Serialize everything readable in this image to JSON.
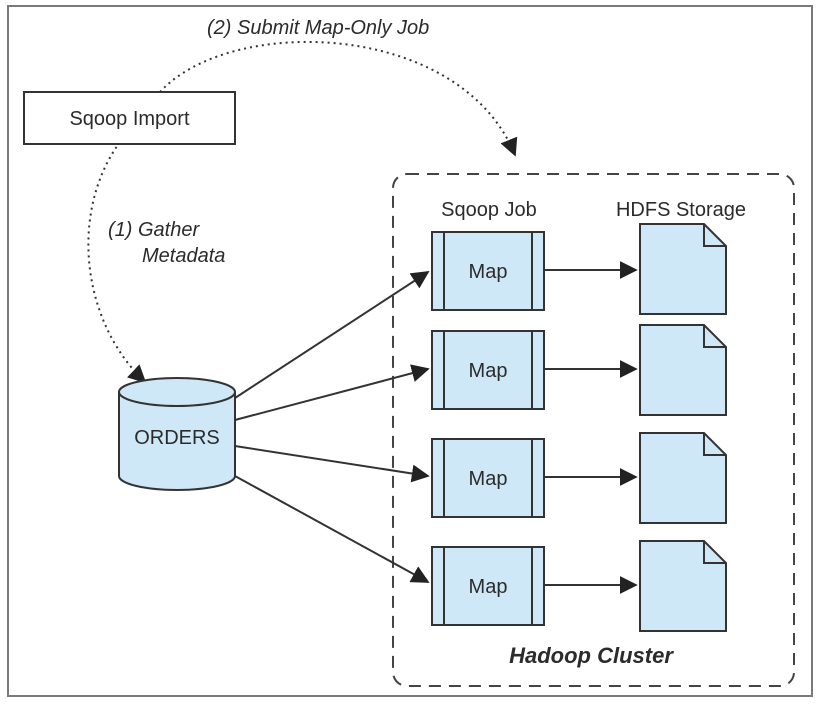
{
  "diagram": {
    "sqoop_import_label": "Sqoop Import",
    "submit_job_label": "(2) Submit Map-Only Job",
    "gather_metadata_line1": "(1) Gather",
    "gather_metadata_line2": "Metadata",
    "database_label": "ORDERS",
    "sqoop_job_header": "Sqoop Job",
    "hdfs_storage_header": "HDFS Storage",
    "cluster_label": "Hadoop Cluster",
    "map_tasks": [
      {
        "label": "Map"
      },
      {
        "label": "Map"
      },
      {
        "label": "Map"
      },
      {
        "label": "Map"
      }
    ],
    "colors": {
      "fill_light_blue": "#cfe8f7",
      "stroke": "#333333",
      "dashed_border": "#444444",
      "frame_border": "#7a7a7a"
    }
  }
}
